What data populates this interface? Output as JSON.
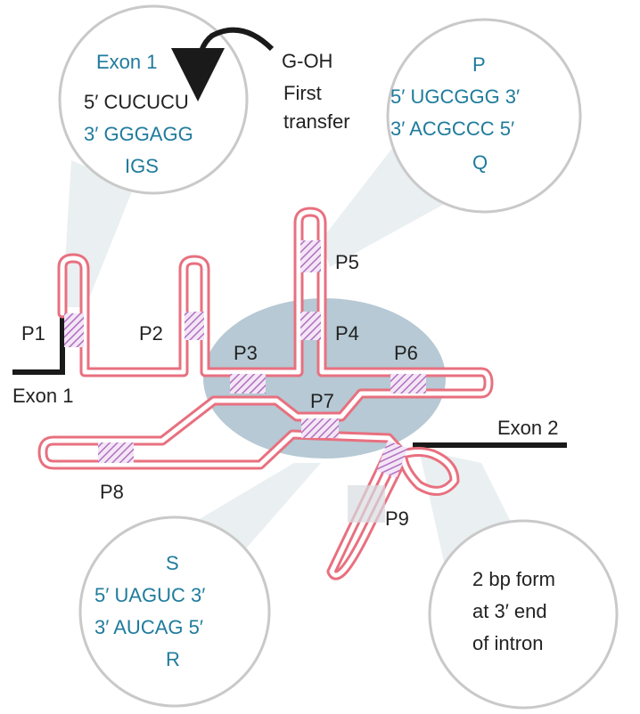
{
  "callouts": {
    "top_left": {
      "exon_label": "Exon 1",
      "strand_top": "5′ CUCUCU",
      "strand_bottom": "3′ GGGAGG",
      "guide_label": "IGS"
    },
    "first_transfer": {
      "nucleophile": "G-OH",
      "line1": "First",
      "line2": "transfer"
    },
    "top_right": {
      "top_label": "P",
      "strand_top": "5′ UGCGGG 3′",
      "strand_bottom": "3′ ACGCCC 5′",
      "bottom_label": "Q"
    },
    "bottom_left": {
      "top_label": "S",
      "strand_top": "5′ UAGUC 3′",
      "strand_bottom": "3′ AUCAG 5′",
      "bottom_label": "R"
    },
    "bottom_right": {
      "line1": "2 bp form",
      "line2": "at 3′ end",
      "line3": "of intron"
    }
  },
  "helices": [
    "P1",
    "P2",
    "P3",
    "P4",
    "P5",
    "P6",
    "P7",
    "P8",
    "P9"
  ],
  "exons": {
    "exon1": "Exon 1",
    "exon2": "Exon 2"
  },
  "colors": {
    "rna_strand": "#e8707f",
    "exon_strand": "#1a1a1a",
    "core_region": "#a9bfcc",
    "pairing_hatch": "#b070c0",
    "callout_text": "#1f7b9c"
  }
}
